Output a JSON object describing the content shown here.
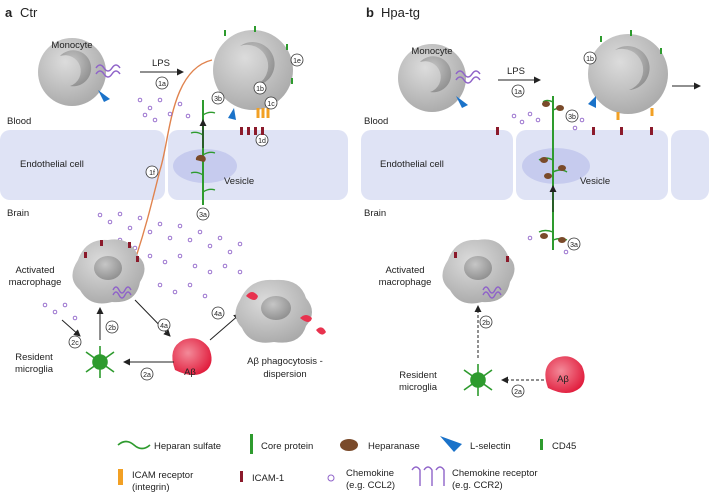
{
  "panels": {
    "a": {
      "letter": "a",
      "title": "Ctr"
    },
    "b": {
      "letter": "b",
      "title": "Hpa-tg"
    }
  },
  "labels": {
    "monocyte": "Monocyte",
    "lps": "LPS",
    "blood": "Blood",
    "endothelial": "Endothelial cell",
    "vesicle": "Vesicle",
    "brain": "Brain",
    "activated1": "Activated",
    "activated2": "macrophage",
    "resident1": "Resident",
    "resident2": "microglia",
    "abeta": "Aβ",
    "phago1": "Aβ phagocytosis -",
    "phago2": "dispersion"
  },
  "steps": {
    "s1a": "1a",
    "s1b": "1b",
    "s1c": "1c",
    "s1d": "1d",
    "s1e": "1e",
    "s1f": "1f",
    "s2a": "2a",
    "s2b": "2b",
    "s2c": "2c",
    "s3a": "3a",
    "s3b": "3b",
    "s4a": "4a"
  },
  "legend": {
    "heparan_sulfate": "Heparan sulfate",
    "core_protein": "Core protein",
    "heparanase": "Heparanase",
    "l_selectin": "L-selectin",
    "cd45": "CD45",
    "icam_receptor1": "ICAM receptor",
    "icam_receptor2": "(integrin)",
    "icam1": "ICAM-1",
    "chemokine1": "Chemokine",
    "chemokine2": "(e.g. CCL2)",
    "chemokine_receptor1": "Chemokine receptor",
    "chemokine_receptor2": "(e.g. CCR2)"
  },
  "colors": {
    "cell_gray": "#bdbdbd",
    "nucleus_gray": "#a8a8a8",
    "endothelium": "#dfe3f5",
    "vesicle": "#c6cbee",
    "heparan_green": "#2e9b2e",
    "icam_red": "#8b1a2b",
    "selectin_blue": "#1a72c9",
    "integrin_orange": "#f2a024",
    "chemokine_purple": "#8f63c9",
    "heparanase_brown": "#7a4a2a",
    "abeta_pink": "#e8324e",
    "orange_path": "#e0834e"
  }
}
